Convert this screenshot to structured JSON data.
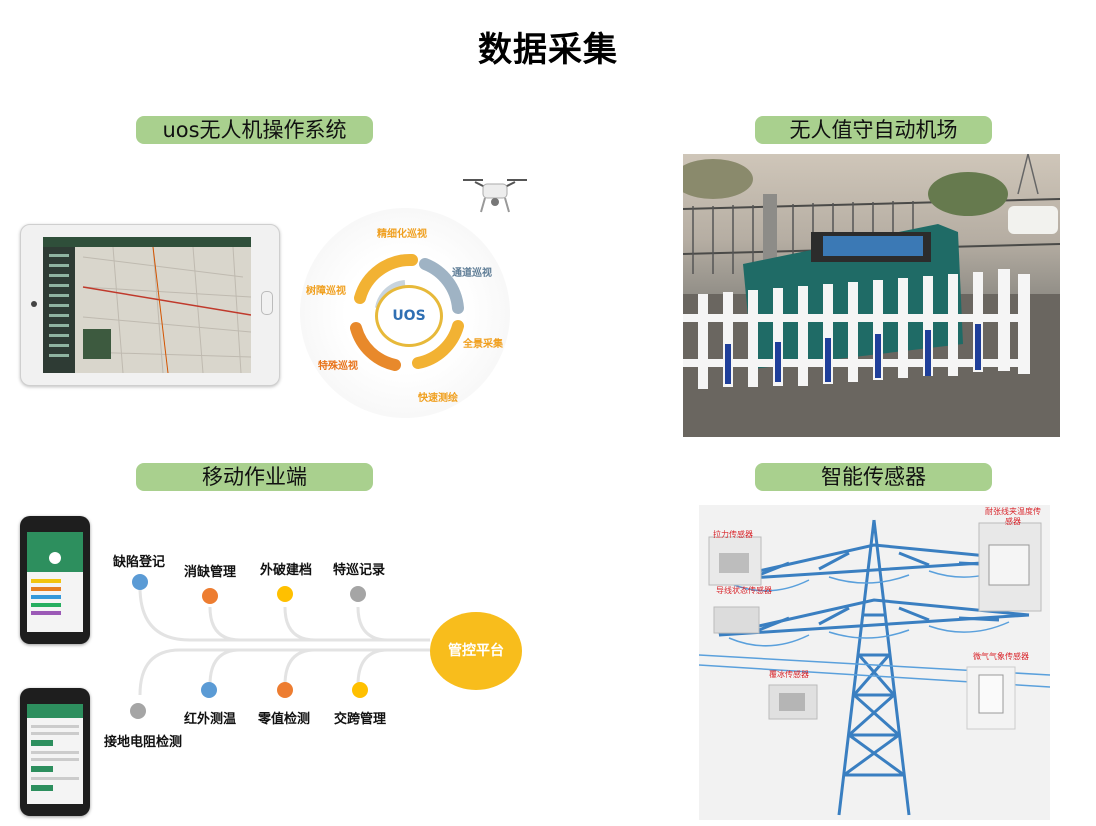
{
  "page": {
    "title": "数据采集"
  },
  "sections": {
    "uos": {
      "title": "uos无人机操作系统"
    },
    "airport": {
      "title": "无人值守自动机场"
    },
    "mobile": {
      "title": "移动作业端"
    },
    "sensor": {
      "title": "智能传感器"
    }
  },
  "uos_wheel": {
    "center": "UOS",
    "items": [
      "精细化巡视",
      "通道巡视",
      "全景采集",
      "快速测绘",
      "特殊巡视",
      "树障巡视"
    ]
  },
  "mobile_flow": {
    "hub": "管控平台",
    "top_nodes": [
      {
        "label": "缺陷登记",
        "color": "#5b9bd5"
      },
      {
        "label": "消缺管理",
        "color": "#ed7d31"
      },
      {
        "label": "外破建档",
        "color": "#ffc000"
      },
      {
        "label": "特巡记录",
        "color": "#a5a5a5"
      }
    ],
    "bottom_nodes": [
      {
        "label": "接地电阻检测",
        "color": "#a5a5a5"
      },
      {
        "label": "红外测温",
        "color": "#5b9bd5"
      },
      {
        "label": "零值检测",
        "color": "#ed7d31"
      },
      {
        "label": "交跨管理",
        "color": "#ffc000"
      }
    ]
  },
  "sensors": [
    "拉力传感器",
    "耐张线夹温度传感器",
    "导线状态传感器",
    "覆冰传感器",
    "微气气象传感器"
  ],
  "colors": {
    "pill": "#a9d08e",
    "hub": "#f8bd1c",
    "tower": "#3a7fc1",
    "sensor_text": "#d9262c"
  }
}
